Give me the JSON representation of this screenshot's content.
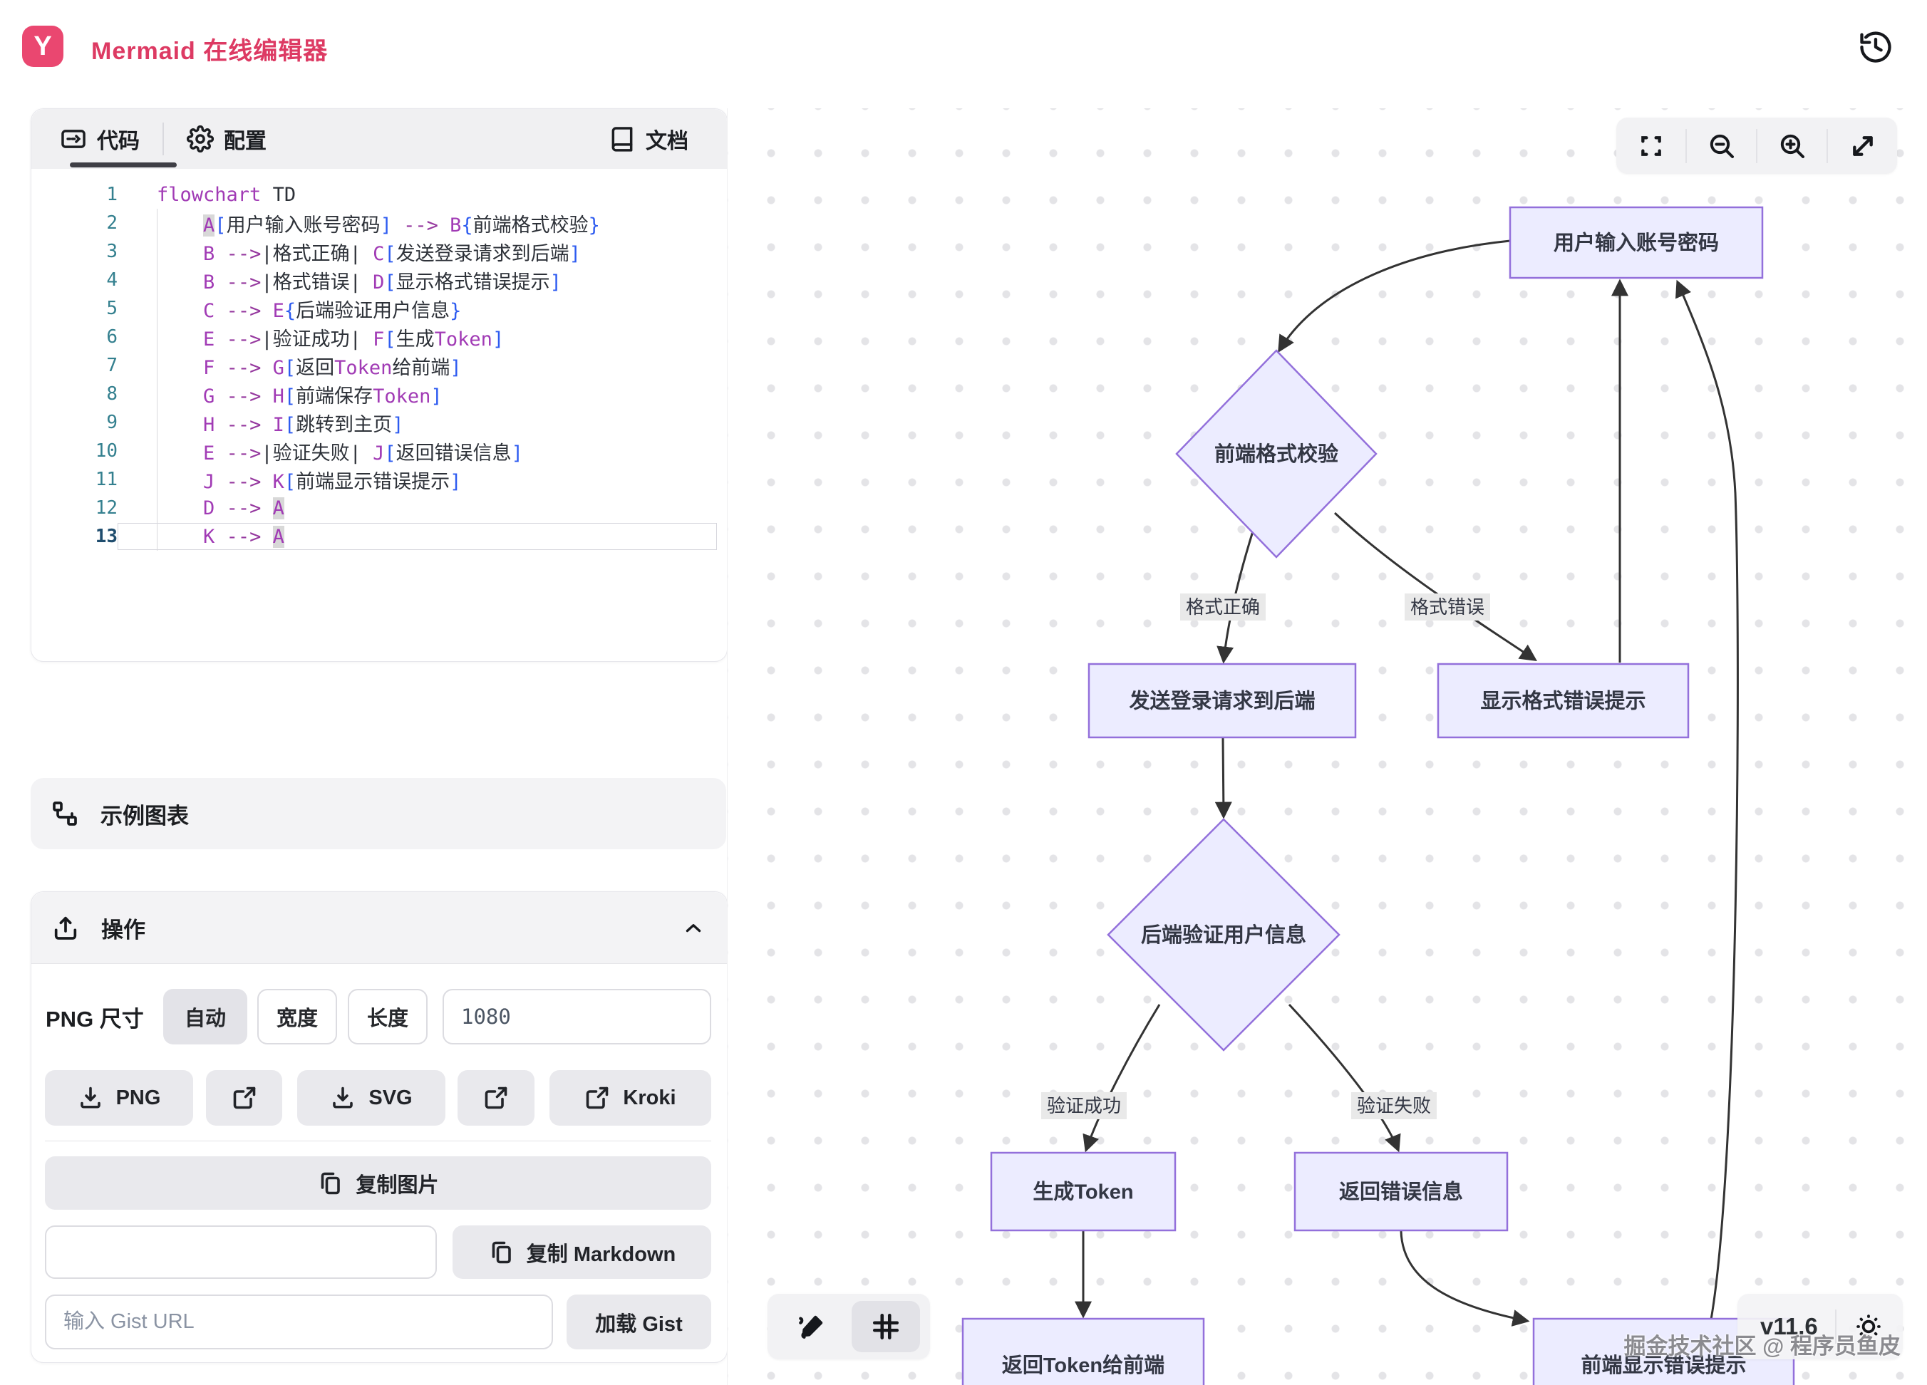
{
  "header": {
    "title": "Mermaid 在线编辑器",
    "logo_letter": "Y"
  },
  "editor": {
    "tab_code": "代码",
    "tab_config": "配置",
    "tab_docs": "文档",
    "code_lines": [
      {
        "n": "1",
        "active": false,
        "tokens": [
          [
            "tk-kw",
            "flowchart"
          ],
          [
            "tk-tx",
            " "
          ],
          [
            "tk-tx",
            "TD"
          ]
        ]
      },
      {
        "n": "2",
        "active": false,
        "tokens": [
          [
            "tk-tx",
            "    "
          ],
          [
            "tk-hl",
            "A"
          ],
          [
            "tk-br",
            "["
          ],
          [
            "tk-tx",
            "用户输入账号密码"
          ],
          [
            "tk-br",
            "]"
          ],
          [
            "tk-tx",
            " "
          ],
          [
            "tk-ar",
            "-->"
          ],
          [
            "tk-tx",
            " "
          ],
          [
            "tk-id",
            "B"
          ],
          [
            "tk-br",
            "{"
          ],
          [
            "tk-tx",
            "前端格式校验"
          ],
          [
            "tk-br",
            "}"
          ]
        ]
      },
      {
        "n": "3",
        "active": false,
        "tokens": [
          [
            "tk-tx",
            "    "
          ],
          [
            "tk-id",
            "B"
          ],
          [
            "tk-tx",
            " "
          ],
          [
            "tk-ar",
            "-->"
          ],
          [
            "tk-tx",
            "|格式正确| "
          ],
          [
            "tk-id",
            "C"
          ],
          [
            "tk-br",
            "["
          ],
          [
            "tk-tx",
            "发送登录请求到后端"
          ],
          [
            "tk-br",
            "]"
          ]
        ]
      },
      {
        "n": "4",
        "active": false,
        "tokens": [
          [
            "tk-tx",
            "    "
          ],
          [
            "tk-id",
            "B"
          ],
          [
            "tk-tx",
            " "
          ],
          [
            "tk-ar",
            "-->"
          ],
          [
            "tk-tx",
            "|格式错误| "
          ],
          [
            "tk-id",
            "D"
          ],
          [
            "tk-br",
            "["
          ],
          [
            "tk-tx",
            "显示格式错误提示"
          ],
          [
            "tk-br",
            "]"
          ]
        ]
      },
      {
        "n": "5",
        "active": false,
        "tokens": [
          [
            "tk-tx",
            "    "
          ],
          [
            "tk-id",
            "C"
          ],
          [
            "tk-tx",
            " "
          ],
          [
            "tk-ar",
            "-->"
          ],
          [
            "tk-tx",
            " "
          ],
          [
            "tk-id",
            "E"
          ],
          [
            "tk-br",
            "{"
          ],
          [
            "tk-tx",
            "后端验证用户信息"
          ],
          [
            "tk-br",
            "}"
          ]
        ]
      },
      {
        "n": "6",
        "active": false,
        "tokens": [
          [
            "tk-tx",
            "    "
          ],
          [
            "tk-id",
            "E"
          ],
          [
            "tk-tx",
            " "
          ],
          [
            "tk-ar",
            "-->"
          ],
          [
            "tk-tx",
            "|验证成功| "
          ],
          [
            "tk-id",
            "F"
          ],
          [
            "tk-br",
            "["
          ],
          [
            "tk-tx",
            "生成"
          ],
          [
            "tk-id",
            "Token"
          ],
          [
            "tk-br",
            "]"
          ]
        ]
      },
      {
        "n": "7",
        "active": false,
        "tokens": [
          [
            "tk-tx",
            "    "
          ],
          [
            "tk-id",
            "F"
          ],
          [
            "tk-tx",
            " "
          ],
          [
            "tk-ar",
            "-->"
          ],
          [
            "tk-tx",
            " "
          ],
          [
            "tk-id",
            "G"
          ],
          [
            "tk-br",
            "["
          ],
          [
            "tk-tx",
            "返回"
          ],
          [
            "tk-id",
            "Token"
          ],
          [
            "tk-tx",
            "给前端"
          ],
          [
            "tk-br",
            "]"
          ]
        ]
      },
      {
        "n": "8",
        "active": false,
        "tokens": [
          [
            "tk-tx",
            "    "
          ],
          [
            "tk-id",
            "G"
          ],
          [
            "tk-tx",
            " "
          ],
          [
            "tk-ar",
            "-->"
          ],
          [
            "tk-tx",
            " "
          ],
          [
            "tk-id",
            "H"
          ],
          [
            "tk-br",
            "["
          ],
          [
            "tk-tx",
            "前端保存"
          ],
          [
            "tk-id",
            "Token"
          ],
          [
            "tk-br",
            "]"
          ]
        ]
      },
      {
        "n": "9",
        "active": false,
        "tokens": [
          [
            "tk-tx",
            "    "
          ],
          [
            "tk-id",
            "H"
          ],
          [
            "tk-tx",
            " "
          ],
          [
            "tk-ar",
            "-->"
          ],
          [
            "tk-tx",
            " "
          ],
          [
            "tk-id",
            "I"
          ],
          [
            "tk-br",
            "["
          ],
          [
            "tk-tx",
            "跳转到主页"
          ],
          [
            "tk-br",
            "]"
          ]
        ]
      },
      {
        "n": "10",
        "active": false,
        "tokens": [
          [
            "tk-tx",
            "    "
          ],
          [
            "tk-id",
            "E"
          ],
          [
            "tk-tx",
            " "
          ],
          [
            "tk-ar",
            "-->"
          ],
          [
            "tk-tx",
            "|验证失败| "
          ],
          [
            "tk-id",
            "J"
          ],
          [
            "tk-br",
            "["
          ],
          [
            "tk-tx",
            "返回错误信息"
          ],
          [
            "tk-br",
            "]"
          ]
        ]
      },
      {
        "n": "11",
        "active": false,
        "tokens": [
          [
            "tk-tx",
            "    "
          ],
          [
            "tk-id",
            "J"
          ],
          [
            "tk-tx",
            " "
          ],
          [
            "tk-ar",
            "-->"
          ],
          [
            "tk-tx",
            " "
          ],
          [
            "tk-id",
            "K"
          ],
          [
            "tk-br",
            "["
          ],
          [
            "tk-tx",
            "前端显示错误提示"
          ],
          [
            "tk-br",
            "]"
          ]
        ]
      },
      {
        "n": "12",
        "active": false,
        "tokens": [
          [
            "tk-tx",
            "    "
          ],
          [
            "tk-id",
            "D"
          ],
          [
            "tk-tx",
            " "
          ],
          [
            "tk-ar",
            "-->"
          ],
          [
            "tk-tx",
            " "
          ],
          [
            "tk-hl",
            "A"
          ]
        ]
      },
      {
        "n": "13",
        "active": true,
        "tokens": [
          [
            "tk-tx",
            "    "
          ],
          [
            "tk-id",
            "K"
          ],
          [
            "tk-tx",
            " "
          ],
          [
            "tk-ar",
            "-->"
          ],
          [
            "tk-tx",
            " "
          ],
          [
            "tk-hl",
            "A"
          ]
        ]
      }
    ]
  },
  "examples": {
    "title": "示例图表"
  },
  "actions": {
    "title": "操作",
    "png_size_label": "PNG 尺寸",
    "size_modes": [
      {
        "label": "自动",
        "selected": true
      },
      {
        "label": "宽度",
        "selected": false
      },
      {
        "label": "长度",
        "selected": false
      }
    ],
    "size_value": "1080",
    "export_png": "PNG",
    "export_svg": "SVG",
    "export_kroki": "Kroki",
    "copy_image_label": "复制图片",
    "copy_markdown_label": "复制 Markdown",
    "gist_placeholder": "输入 Gist URL",
    "load_gist_label": "加载 Gist"
  },
  "canvas": {
    "version": "v11.6",
    "watermark": "掘金技术社区 @ 程序员鱼皮"
  },
  "diagram": {
    "node_fill": "#ececff",
    "node_border": "#9370db",
    "edge_color": "#333333",
    "nodes": [
      {
        "id": "A",
        "label": "用户输入账号密码",
        "shape": "rect"
      },
      {
        "id": "B",
        "label": "前端格式校验",
        "shape": "diamond"
      },
      {
        "id": "C",
        "label": "发送登录请求到后端",
        "shape": "rect"
      },
      {
        "id": "D",
        "label": "显示格式错误提示",
        "shape": "rect"
      },
      {
        "id": "E",
        "label": "后端验证用户信息",
        "shape": "diamond"
      },
      {
        "id": "F",
        "label": "生成Token",
        "shape": "rect"
      },
      {
        "id": "J",
        "label": "返回错误信息",
        "shape": "rect"
      },
      {
        "id": "G",
        "label": "返回Token给前端",
        "shape": "rect"
      },
      {
        "id": "K",
        "label": "前端显示错误提示",
        "shape": "rect"
      }
    ],
    "edges": [
      {
        "from": "A",
        "to": "B",
        "label": ""
      },
      {
        "from": "B",
        "to": "C",
        "label": "格式正确"
      },
      {
        "from": "B",
        "to": "D",
        "label": "格式错误"
      },
      {
        "from": "C",
        "to": "E",
        "label": ""
      },
      {
        "from": "E",
        "to": "F",
        "label": "验证成功"
      },
      {
        "from": "E",
        "to": "J",
        "label": "验证失败"
      },
      {
        "from": "F",
        "to": "G",
        "label": ""
      },
      {
        "from": "J",
        "to": "K",
        "label": ""
      },
      {
        "from": "D",
        "to": "A",
        "label": ""
      },
      {
        "from": "K",
        "to": "A",
        "label": ""
      }
    ]
  }
}
